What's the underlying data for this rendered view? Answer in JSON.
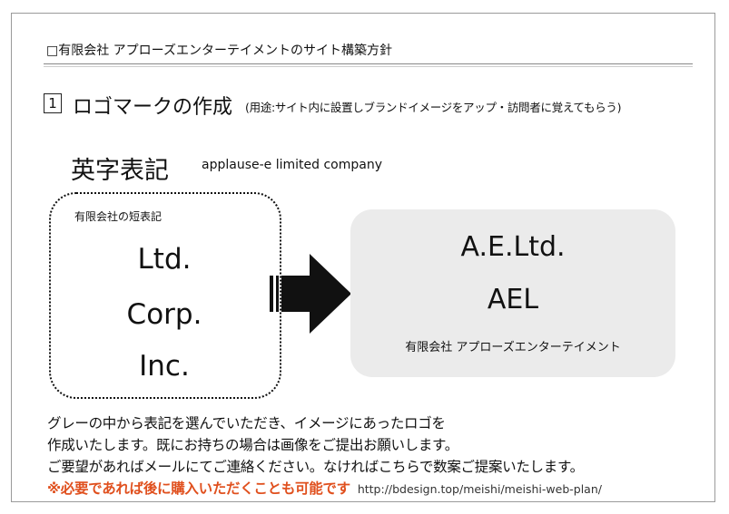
{
  "header": {
    "title": "□有限会社 アプローズエンターテイメントのサイト構築方針"
  },
  "section": {
    "number": "1",
    "title": "ロゴマークの作成",
    "note": "(用途:サイト内に設置しブランドイメージをアップ・訪問者に覚えてもらう)"
  },
  "english": {
    "heading": "英字表記",
    "company_name": "applause-e limited company"
  },
  "abbreviations": {
    "label": "有限会社の短表記",
    "items": [
      "Ltd.",
      "Corp.",
      "Inc."
    ]
  },
  "result": {
    "line1": "A.E.Ltd.",
    "line2": "AEL",
    "line3": "有限会社 アプローズエンターテイメント"
  },
  "description": {
    "line1": "グレーの中から表記を選んでいただき、イメージにあったロゴを",
    "line2": "作成いたします。既にお持ちの場合は画像をご提出お願いします。",
    "line3": "ご要望があればメールにてご連絡ください。なければこちらで数案ご提案いたします。",
    "notice": "※必要であれば後に購入いただくことも可能です",
    "url": "http://bdesign.top/meishi/meishi-web-plan/"
  },
  "colors": {
    "notice": "#e0501e",
    "result_bg": "#ebebeb",
    "frame": "#9a9a9a"
  }
}
